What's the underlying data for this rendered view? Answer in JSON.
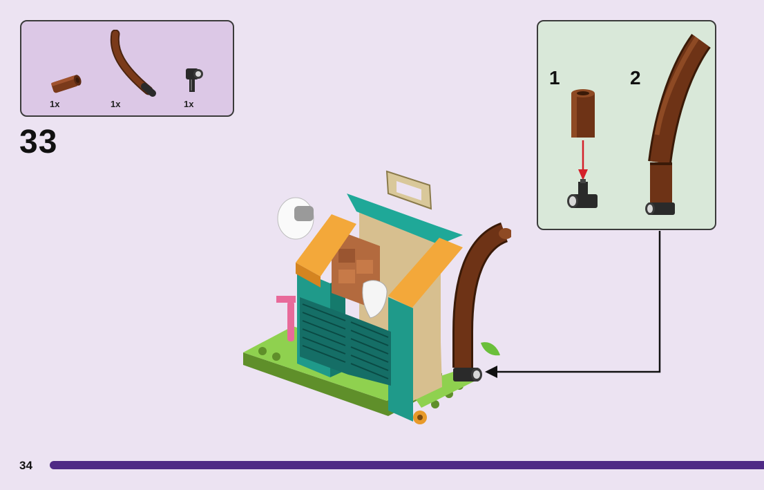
{
  "parts_list": {
    "items": [
      {
        "name": "brown-tube",
        "quantity": "1x"
      },
      {
        "name": "brown-curved-branch",
        "quantity": "1x"
      },
      {
        "name": "black-connector",
        "quantity": "1x"
      }
    ]
  },
  "step": {
    "number": "33"
  },
  "sub_assembly": {
    "steps": [
      {
        "number": "1"
      },
      {
        "number": "2"
      }
    ]
  },
  "page": {
    "number": "34"
  },
  "colors": {
    "background": "#ece3f2",
    "parts_box": "#dcc8e6",
    "sub_box": "#d9e8d9",
    "page_bar": "#4f2a86",
    "arrow_red": "#d4202a"
  }
}
